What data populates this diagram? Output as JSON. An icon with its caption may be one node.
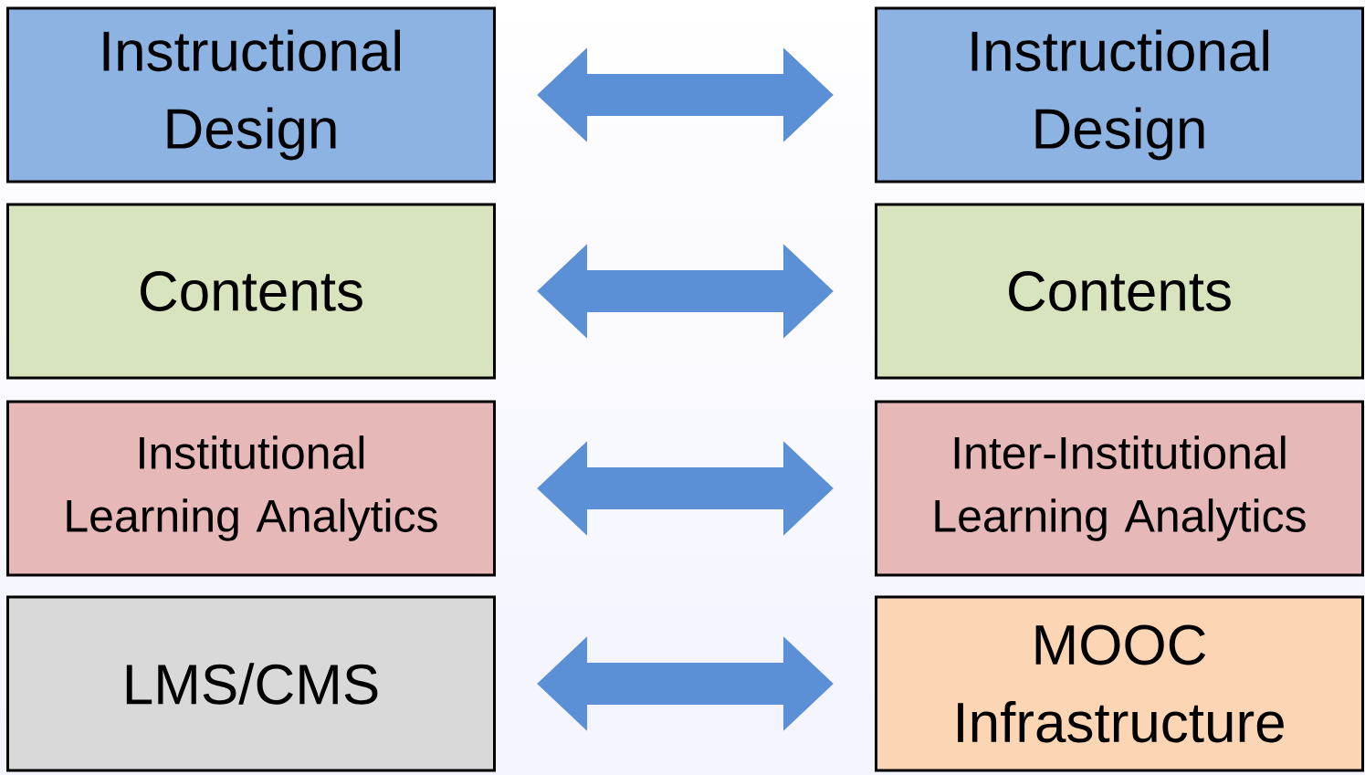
{
  "diagram": {
    "nodes": [
      {
        "text": [
          "Instructional Design"
        ]
      },
      {
        "text": [
          "Contents"
        ]
      },
      {
        "text": [
          "Institutional Learning Analytics"
        ]
      },
      {
        "text": [
          "LMS/CMS"
        ]
      },
      {
        "text": [
          "Instructional Design"
        ]
      },
      {
        "text": [
          "Contents"
        ]
      },
      {
        "text": [
          "Inter-Institutional Learning Analytics"
        ]
      },
      {
        "text": [
          "MOOC Infrastructure"
        ]
      }
    ],
    "edges": [
      {
        "from": 0,
        "to": 4,
        "arrow": "both"
      },
      {
        "from": 1,
        "to": 5,
        "arrow": "both"
      },
      {
        "from": 2,
        "to": 6,
        "arrow": "both"
      },
      {
        "from": 3,
        "to": 7,
        "arrow": "both"
      }
    ]
  }
}
